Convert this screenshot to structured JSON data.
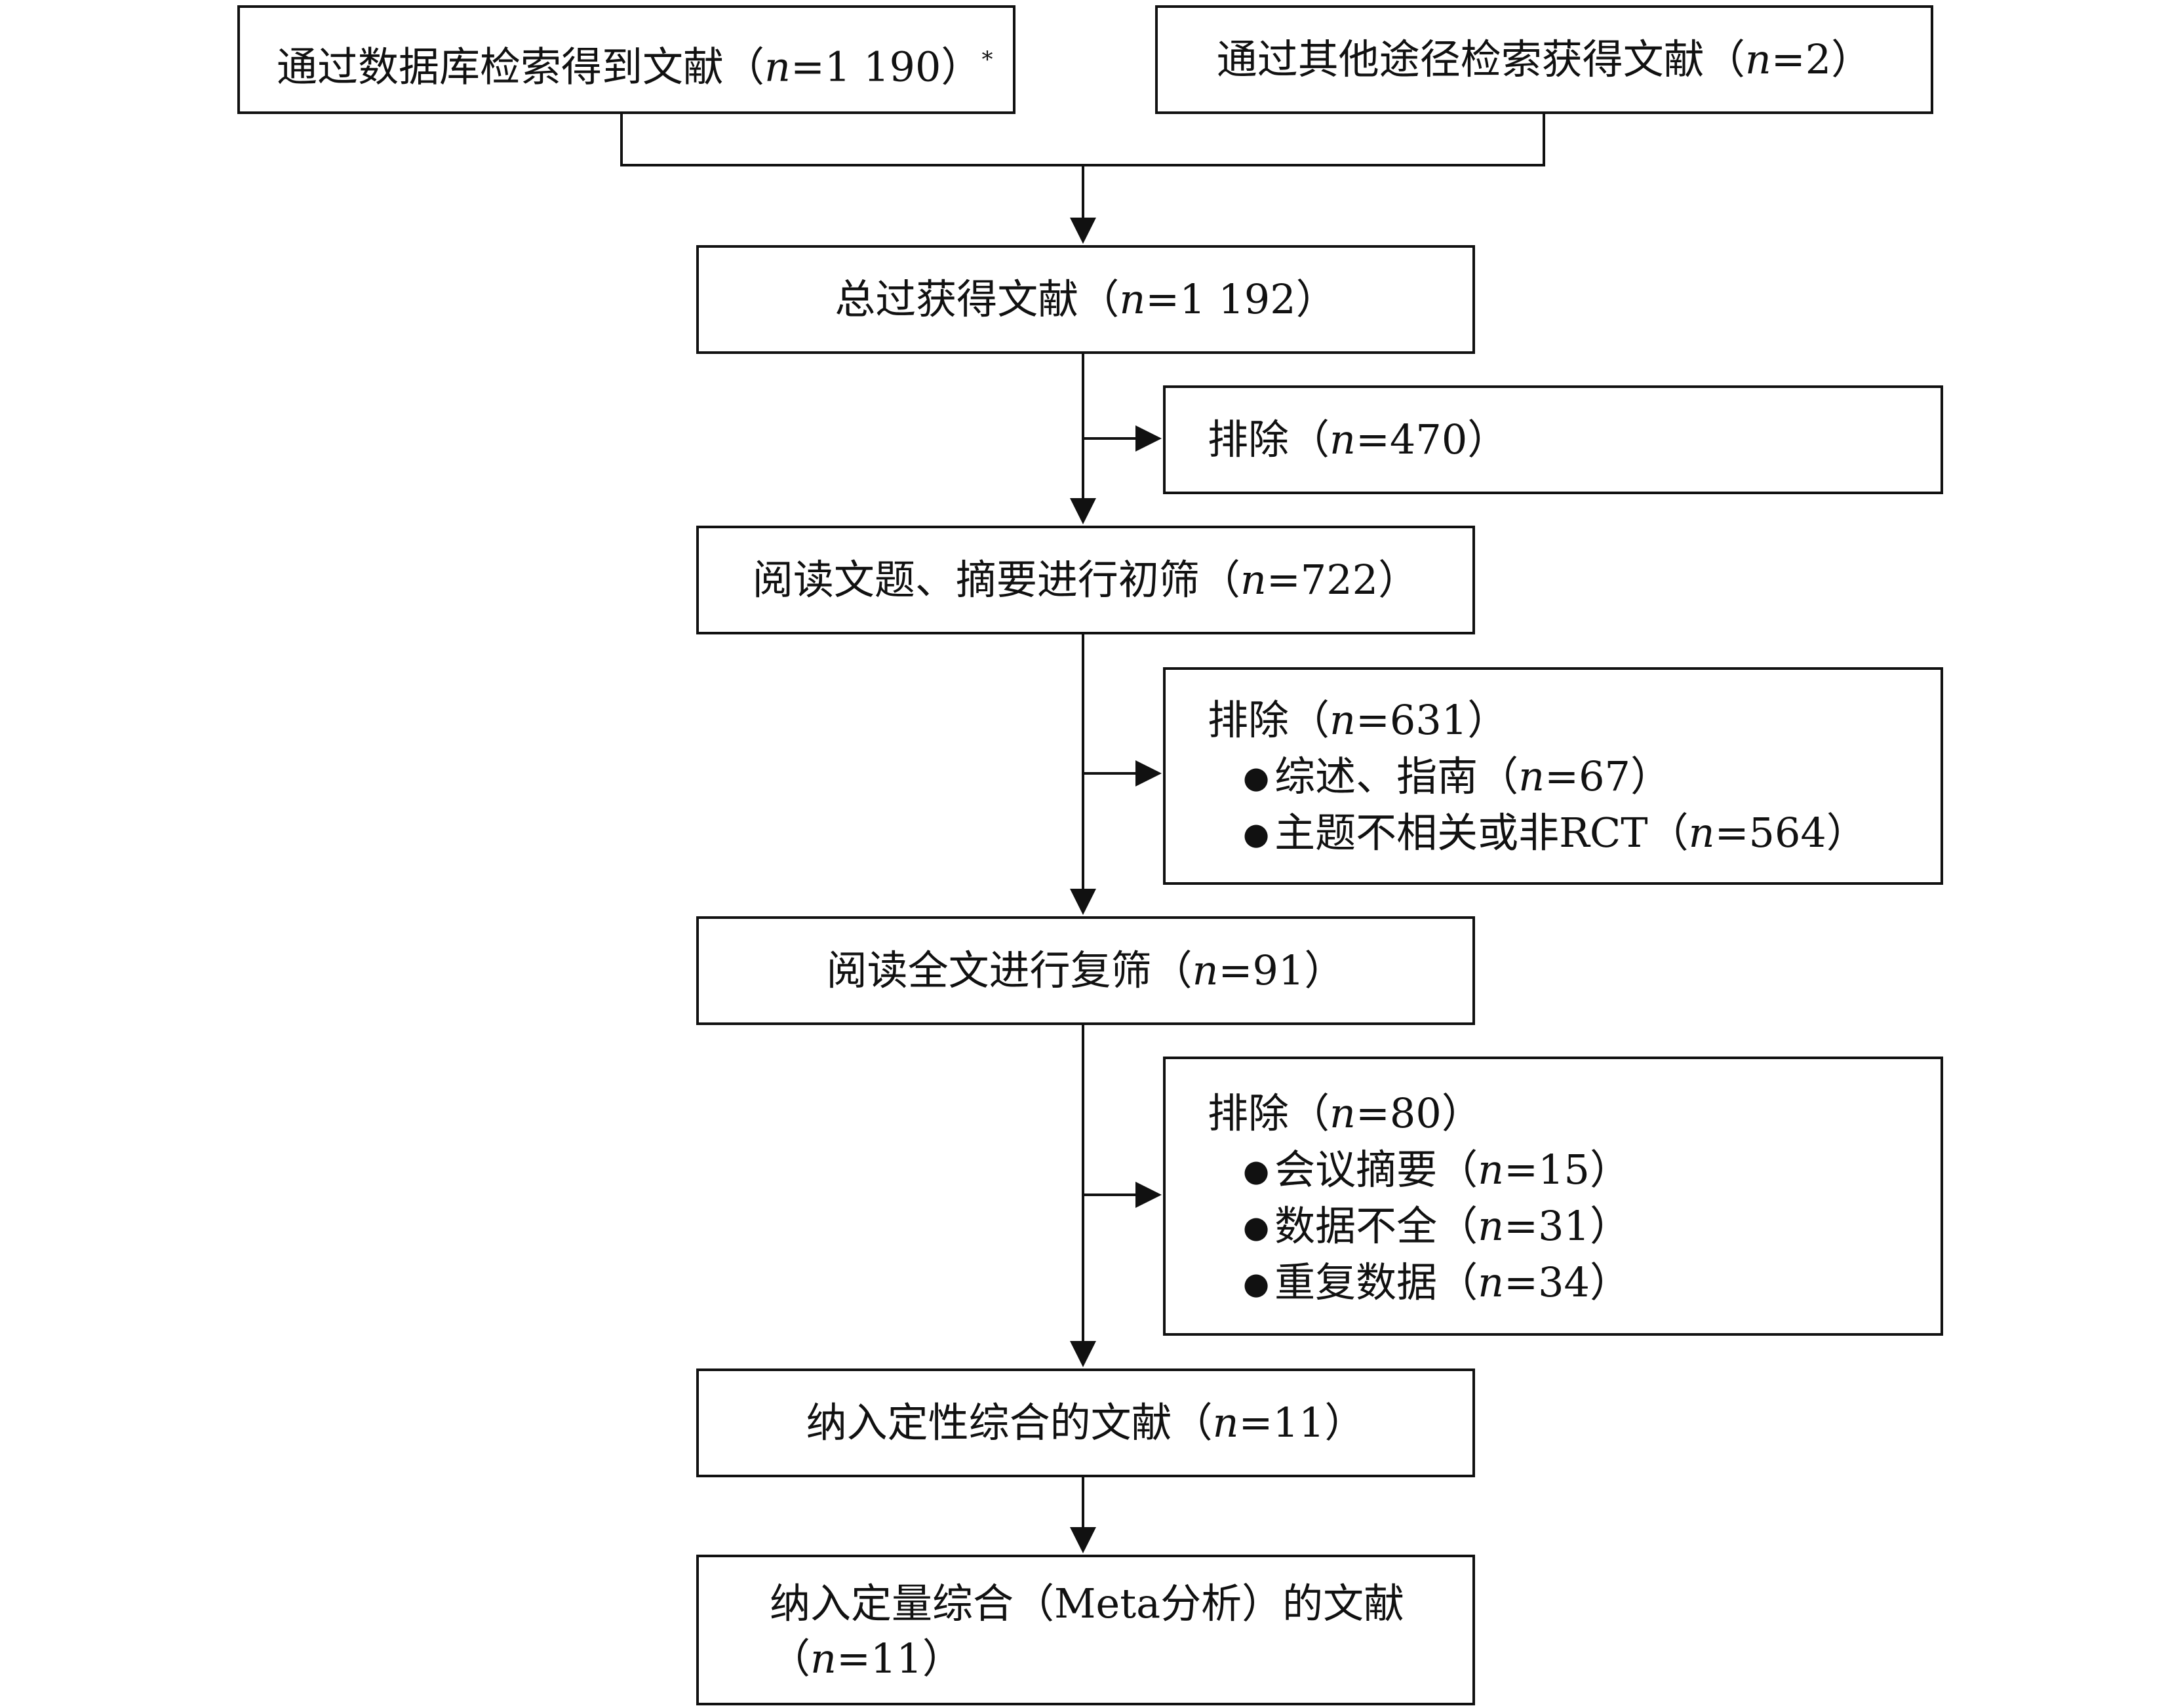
{
  "flowchart": {
    "db_search": {
      "label": "通过数据库检索得到文献",
      "n": "1 190",
      "note": "*"
    },
    "other_search": {
      "label": "通过其他途径检索获得文献",
      "n": "2"
    },
    "total": {
      "label": "总过获得文献",
      "n": "1 192"
    },
    "exclude_1": {
      "label": "排除",
      "n": "470"
    },
    "screen_title": {
      "label": "阅读文题、摘要进行初筛",
      "n": "722"
    },
    "exclude_2": {
      "label": "排除",
      "n": "631",
      "items": [
        {
          "label": "综述、指南",
          "n": "67"
        },
        {
          "label": "主题不相关或非RCT",
          "n": "564"
        }
      ]
    },
    "screen_full": {
      "label": "阅读全文进行复筛",
      "n": "91"
    },
    "exclude_3": {
      "label": "排除",
      "n": "80",
      "items": [
        {
          "label": "会议摘要",
          "n": "15"
        },
        {
          "label": "数据不全",
          "n": "31"
        },
        {
          "label": "重复数据",
          "n": "34"
        }
      ]
    },
    "qualitative": {
      "label": "纳入定性综合的文献",
      "n": "11"
    },
    "quantitative": {
      "label_1": "纳入定量综合（",
      "meta": "Meta",
      "label_2": "分析）的文献",
      "n": "11"
    }
  }
}
